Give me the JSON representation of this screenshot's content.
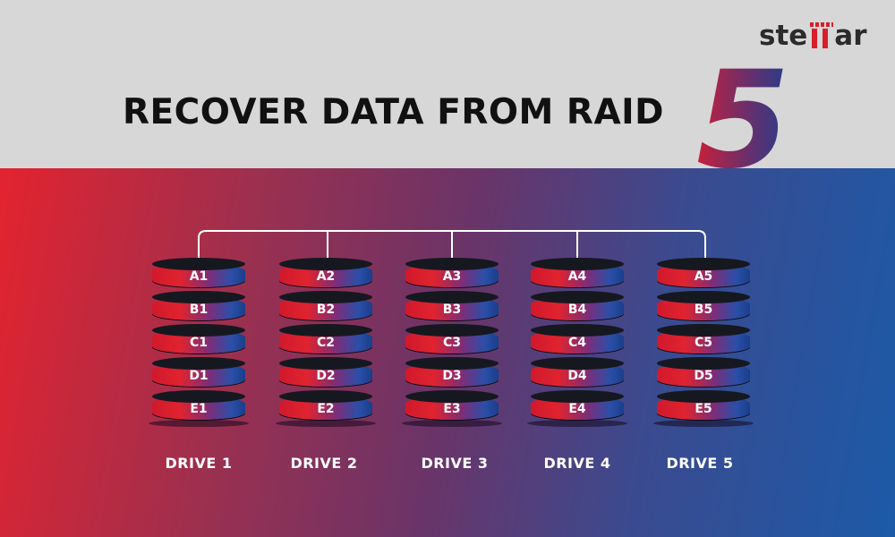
{
  "brand": {
    "logo_text_left": "ste",
    "logo_text_right": "ar"
  },
  "title": "RECOVER DATA FROM RAID",
  "raid_level": "5",
  "colors": {
    "accent_red": "#e3232f",
    "accent_blue": "#1c5aa8",
    "header_bg": "#d7d7d7"
  },
  "drives": [
    {
      "label": "DRIVE 1",
      "blocks": [
        "A1",
        "B1",
        "C1",
        "D1",
        "E1"
      ]
    },
    {
      "label": "DRIVE 2",
      "blocks": [
        "A2",
        "B2",
        "C2",
        "D2",
        "E2"
      ]
    },
    {
      "label": "DRIVE 3",
      "blocks": [
        "A3",
        "B3",
        "C3",
        "D3",
        "E3"
      ]
    },
    {
      "label": "DRIVE 4",
      "blocks": [
        "A4",
        "B4",
        "C4",
        "D4",
        "E4"
      ]
    },
    {
      "label": "DRIVE 5",
      "blocks": [
        "A5",
        "B5",
        "C5",
        "D5",
        "E5"
      ]
    }
  ]
}
